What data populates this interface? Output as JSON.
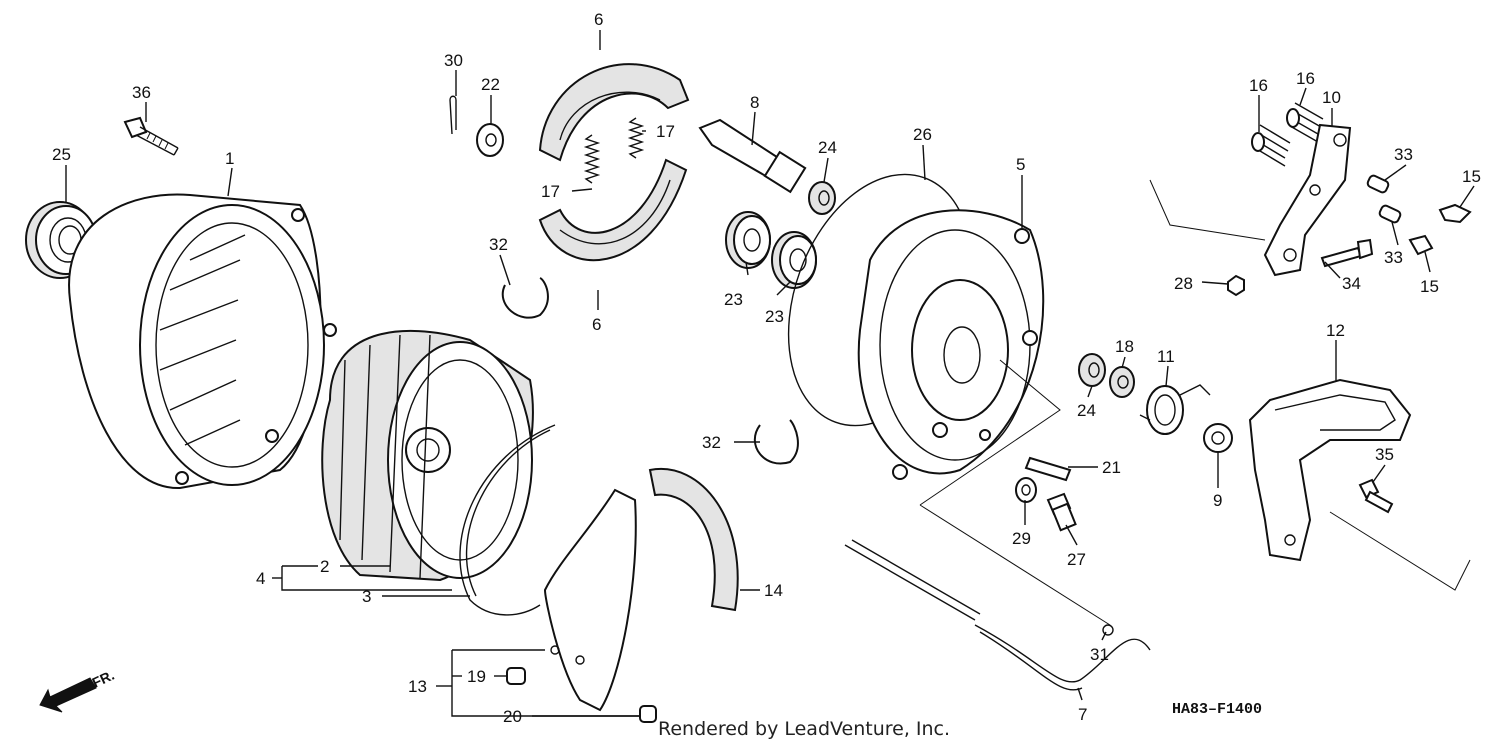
{
  "diagram": {
    "code": "HA83–F1400",
    "credit": "Rendered by LeadVenture, Inc.",
    "front_label": "FR.",
    "icons": [
      "front-direction-arrow-icon"
    ],
    "callouts": [
      {
        "id": "c1",
        "label": "1"
      },
      {
        "id": "c2",
        "label": "2"
      },
      {
        "id": "c3",
        "label": "3"
      },
      {
        "id": "c4",
        "label": "4"
      },
      {
        "id": "c5",
        "label": "5"
      },
      {
        "id": "c6a",
        "label": "6"
      },
      {
        "id": "c6b",
        "label": "6"
      },
      {
        "id": "c7",
        "label": "7"
      },
      {
        "id": "c8",
        "label": "8"
      },
      {
        "id": "c9",
        "label": "9"
      },
      {
        "id": "c10",
        "label": "10"
      },
      {
        "id": "c11",
        "label": "11"
      },
      {
        "id": "c12",
        "label": "12"
      },
      {
        "id": "c13",
        "label": "13"
      },
      {
        "id": "c14",
        "label": "14"
      },
      {
        "id": "c15a",
        "label": "15"
      },
      {
        "id": "c15b",
        "label": "15"
      },
      {
        "id": "c16a",
        "label": "16"
      },
      {
        "id": "c16b",
        "label": "16"
      },
      {
        "id": "c17a",
        "label": "17"
      },
      {
        "id": "c17b",
        "label": "17"
      },
      {
        "id": "c18",
        "label": "18"
      },
      {
        "id": "c19",
        "label": "19"
      },
      {
        "id": "c20",
        "label": "20"
      },
      {
        "id": "c21",
        "label": "21"
      },
      {
        "id": "c22",
        "label": "22"
      },
      {
        "id": "c23a",
        "label": "23"
      },
      {
        "id": "c23b",
        "label": "23"
      },
      {
        "id": "c24a",
        "label": "24"
      },
      {
        "id": "c24b",
        "label": "24"
      },
      {
        "id": "c25",
        "label": "25"
      },
      {
        "id": "c26",
        "label": "26"
      },
      {
        "id": "c27",
        "label": "27"
      },
      {
        "id": "c28",
        "label": "28"
      },
      {
        "id": "c29",
        "label": "29"
      },
      {
        "id": "c30",
        "label": "30"
      },
      {
        "id": "c31",
        "label": "31"
      },
      {
        "id": "c32a",
        "label": "32"
      },
      {
        "id": "c32b",
        "label": "32"
      },
      {
        "id": "c33a",
        "label": "33"
      },
      {
        "id": "c33b",
        "label": "33"
      },
      {
        "id": "c34",
        "label": "34"
      },
      {
        "id": "c35",
        "label": "35"
      },
      {
        "id": "c36",
        "label": "36"
      }
    ]
  }
}
